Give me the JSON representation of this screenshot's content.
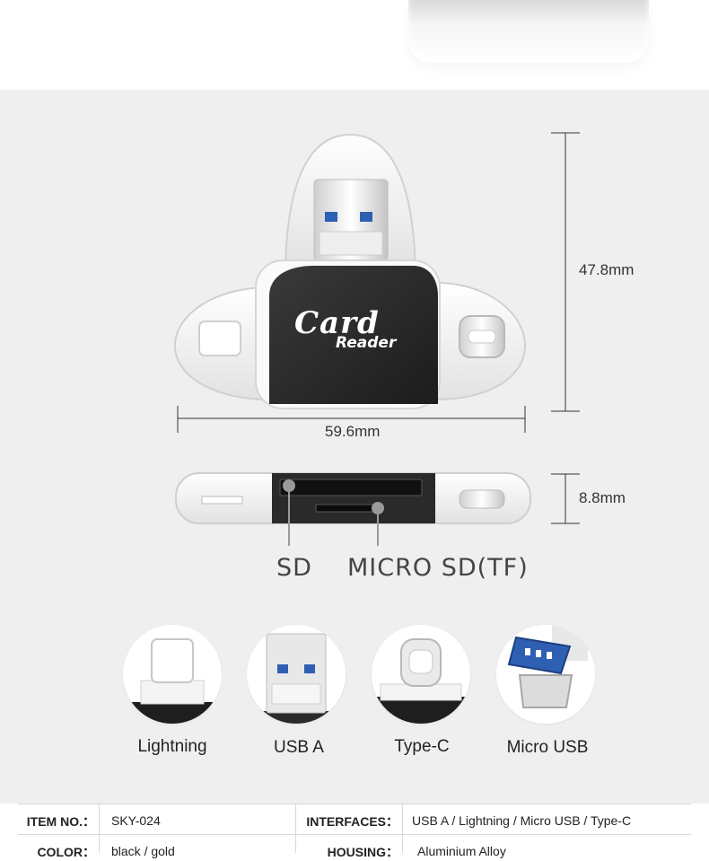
{
  "dimensions": {
    "height": "47.8mm",
    "width": "59.6mm",
    "thickness": "8.8mm"
  },
  "product_logo": {
    "line1": "Card",
    "line2": "Reader"
  },
  "callouts": {
    "sd": "SD",
    "micro_sd": "MICRO SD(TF)"
  },
  "connectors": [
    {
      "label": "Lightning",
      "icon": "lightning-connector-icon"
    },
    {
      "label": "USB A",
      "icon": "usb-a-connector-icon"
    },
    {
      "label": "Type-C",
      "icon": "type-c-connector-icon"
    },
    {
      "label": "Micro USB",
      "icon": "micro-usb-connector-icon"
    }
  ],
  "specs": {
    "row1": {
      "left_key": "ITEM NO.：",
      "left_value": "SKY-024",
      "right_key": "INTERFACES：",
      "right_value": "USB A / Lightning / Micro USB / Type-C"
    },
    "row2": {
      "left_key": "COLOR：",
      "left_value": "black  / gold",
      "right_key": "HOUSING：",
      "right_value": "Aluminium Alloy"
    }
  },
  "colors": {
    "panel_bg": "#efefef",
    "device_body": "#262626",
    "device_shell": "#f4f4f4",
    "usb_blue": "#2f5fb3"
  }
}
